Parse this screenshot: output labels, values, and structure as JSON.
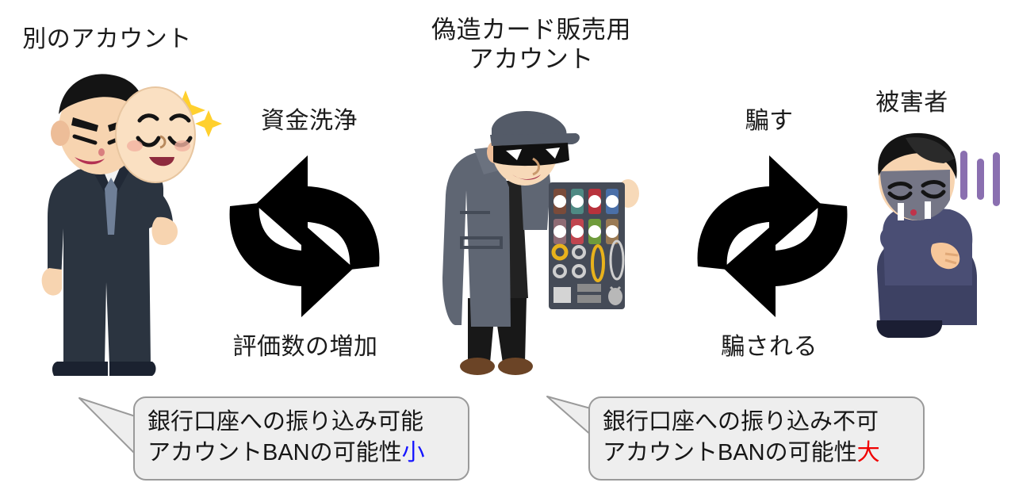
{
  "diagram": {
    "title_left": "別のアカウント",
    "title_center": "偽造カード販売用\nアカウント",
    "title_right": "被害者",
    "flows": {
      "left_top": "資金洗浄",
      "left_bottom": "評価数の増加",
      "right_top": "騙す",
      "right_bottom": "騙される"
    },
    "bubbles": [
      {
        "name": "left-bubble",
        "line1": "銀行口座への振り込み可能",
        "line2_prefix": "アカウントBANの可能性",
        "line2_emphasis": "小",
        "emphasis_color": "#1414ff"
      },
      {
        "name": "right-bubble",
        "line1": "銀行口座への振り込み不可",
        "line2_prefix": "アカウントBANの可能性",
        "line2_emphasis": "大",
        "emphasis_color": "#f00000"
      }
    ],
    "figures": {
      "left": "man-with-mask-illustration",
      "center": "black-market-dealer-illustration",
      "right": "depressed-victim-illustration"
    },
    "icons": {
      "arrow_pair_left": "two-way-arrow-icon",
      "arrow_pair_right": "two-way-arrow-icon",
      "sparkle": "sparkle-icon",
      "gloom": "gloom-lines-icon"
    },
    "colors": {
      "bubble_fill": "#eeeeee",
      "bubble_border": "#9a9a9a",
      "arrow": "#000000",
      "text": "#1b1b1b",
      "sparkle": "#ffd02e",
      "gloom": "#8a6fb0"
    }
  }
}
